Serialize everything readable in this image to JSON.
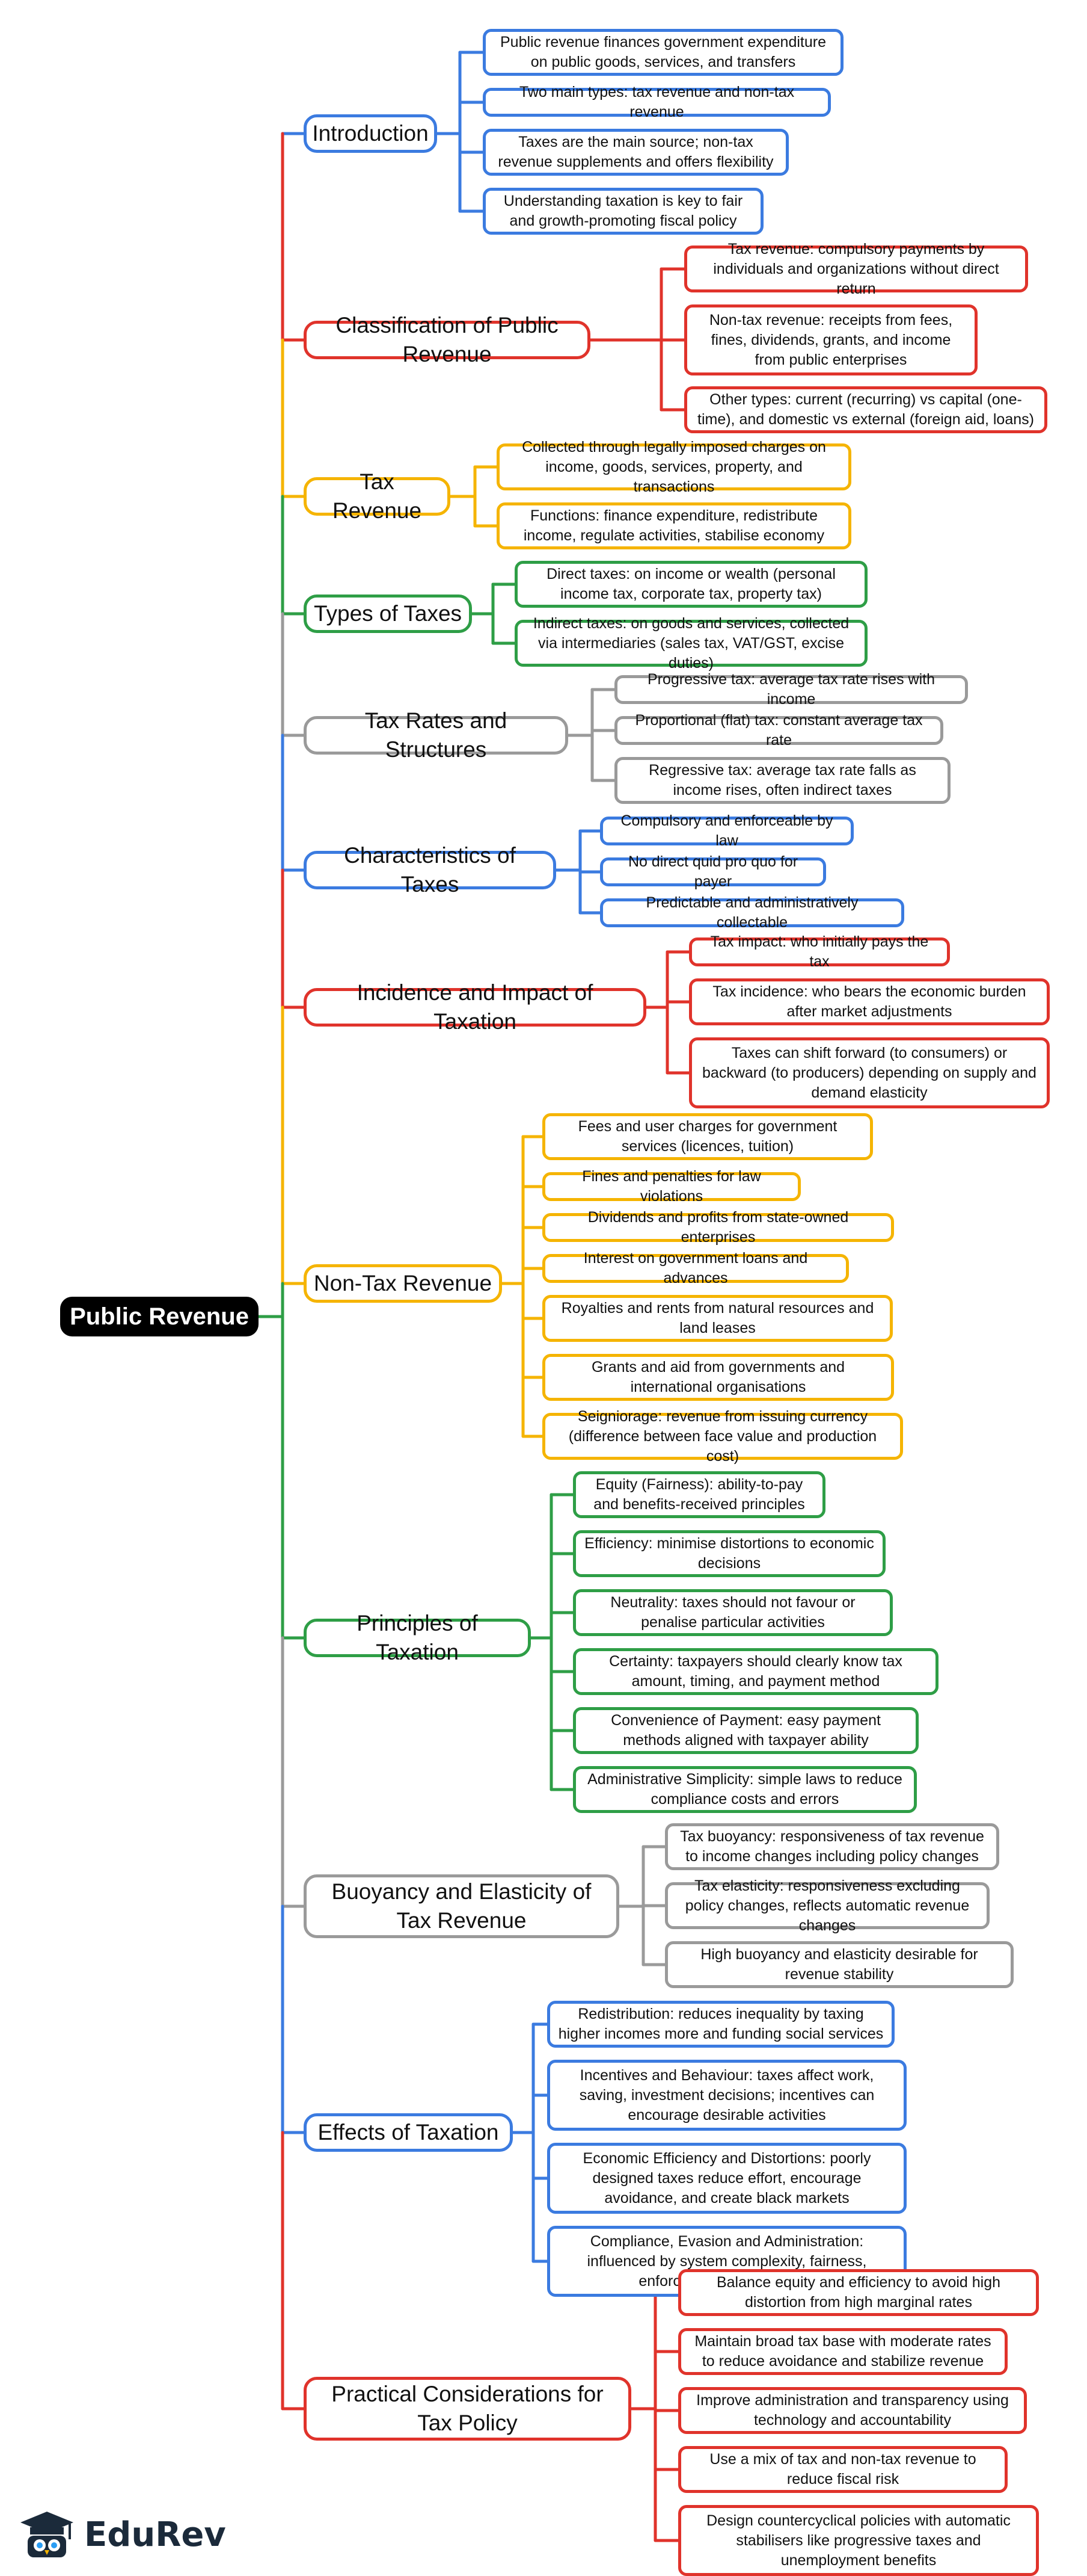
{
  "root": {
    "label": "Public Revenue"
  },
  "colors": {
    "blue": "#3b7be0",
    "red": "#e0332b",
    "yellow": "#f5b400",
    "green": "#2e9e46",
    "gray": "#9a9a9a",
    "root_bg": "#000000"
  },
  "logo": {
    "icon": "graduation-cap-owl-icon",
    "text": "EduRev"
  },
  "sections": [
    {
      "label": "Introduction",
      "color": "blue",
      "children": [
        "Public revenue finances government expenditure on public goods, services, and transfers",
        "Two main types: tax revenue and non-tax revenue",
        "Taxes are the main source; non-tax revenue supplements and offers flexibility",
        "Understanding taxation is key to fair and growth-promoting fiscal policy"
      ]
    },
    {
      "label": "Classification of Public Revenue",
      "color": "red",
      "children": [
        "Tax revenue: compulsory payments by individuals and organizations without direct return",
        "Non-tax revenue: receipts from fees, fines, dividends, grants, and income from public enterprises",
        "Other types: current (recurring) vs capital (one-time), and domestic vs external (foreign aid, loans)"
      ]
    },
    {
      "label": "Tax Revenue",
      "color": "yellow",
      "children": [
        "Collected through legally imposed charges on income, goods, services, property, and transactions",
        "Functions: finance expenditure, redistribute income, regulate activities, stabilise economy"
      ]
    },
    {
      "label": "Types of Taxes",
      "color": "green",
      "children": [
        "Direct taxes: on income or wealth (personal income tax, corporate tax, property tax)",
        "Indirect taxes: on goods and services, collected via intermediaries (sales tax, VAT/GST, excise duties)"
      ]
    },
    {
      "label": "Tax Rates and Structures",
      "color": "gray",
      "children": [
        "Progressive tax: average tax rate rises with income",
        "Proportional (flat) tax: constant average tax rate",
        "Regressive tax: average tax rate falls as income rises, often indirect taxes"
      ]
    },
    {
      "label": "Characteristics of Taxes",
      "color": "blue",
      "children": [
        "Compulsory and enforceable by law",
        "No direct quid pro quo for payer",
        "Predictable and administratively collectable"
      ]
    },
    {
      "label": "Incidence and Impact of Taxation",
      "color": "red",
      "children": [
        "Tax impact: who initially pays the tax",
        "Tax incidence: who bears the economic burden after market adjustments",
        "Taxes can shift forward (to consumers) or backward (to producers) depending on supply and demand elasticity"
      ]
    },
    {
      "label": "Non-Tax Revenue",
      "color": "yellow",
      "children": [
        "Fees and user charges for government services (licences, tuition)",
        "Fines and penalties for law violations",
        "Dividends and profits from state-owned enterprises",
        "Interest on government loans and advances",
        "Royalties and rents from natural resources and land leases",
        "Grants and aid from governments and international organisations",
        "Seigniorage: revenue from issuing currency (difference between face value and production cost)"
      ]
    },
    {
      "label": "Principles of Taxation",
      "color": "green",
      "children": [
        "Equity (Fairness): ability-to-pay and benefits-received principles",
        "Efficiency: minimise distortions to economic decisions",
        "Neutrality: taxes should not favour or penalise particular activities",
        "Certainty: taxpayers should clearly know tax amount, timing, and payment method",
        "Convenience of Payment: easy payment methods aligned with taxpayer ability",
        "Administrative Simplicity: simple laws to reduce compliance costs and errors"
      ]
    },
    {
      "label": "Buoyancy and Elasticity of Tax Revenue",
      "color": "gray",
      "children": [
        "Tax buoyancy: responsiveness of tax revenue to income changes including policy changes",
        "Tax elasticity: responsiveness excluding policy changes, reflects automatic revenue changes",
        "High buoyancy and elasticity desirable for revenue stability"
      ]
    },
    {
      "label": "Effects of Taxation",
      "color": "blue",
      "children": [
        "Redistribution: reduces inequality by taxing higher incomes more and funding social services",
        "Incentives and Behaviour: taxes affect work, saving, investment decisions; incentives can encourage desirable activities",
        "Economic Efficiency and Distortions: poorly designed taxes reduce effort, encourage avoidance, and create black markets",
        "Compliance, Evasion and Administration: influenced by system complexity, fairness, enforcement, and capacity"
      ]
    },
    {
      "label": "Practical Considerations for Tax Policy",
      "color": "red",
      "children": [
        "Balance equity and efficiency to avoid high distortion from high marginal rates",
        "Maintain broad tax base with moderate rates to reduce avoidance and stabilize revenue",
        "Improve administration and transparency using technology and accountability",
        "Use a mix of tax and non-tax revenue to reduce fiscal risk",
        "Design countercyclical policies with automatic stabilisers like progressive taxes and unemployment benefits"
      ]
    }
  ]
}
